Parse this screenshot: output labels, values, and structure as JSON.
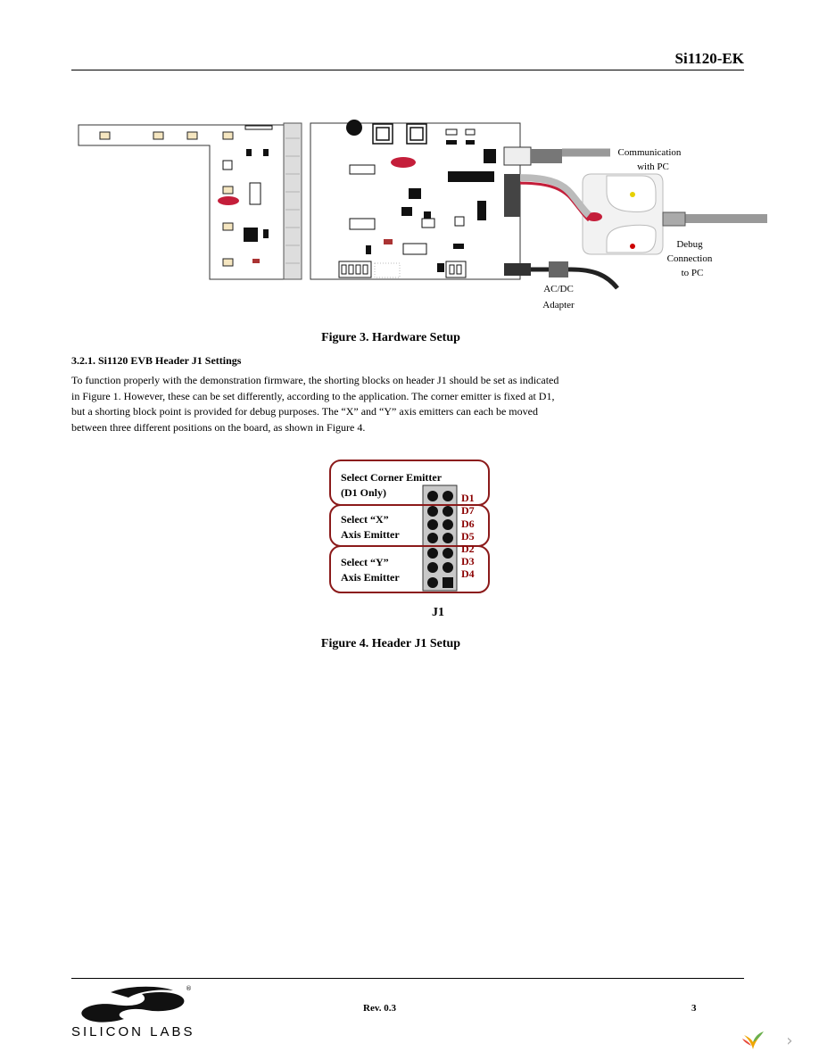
{
  "header": {
    "doc_id": "Si1120-EK"
  },
  "figure3": {
    "labels": {
      "comm_line1": "Communication",
      "comm_line2": "with PC",
      "debug_line1": "Debug",
      "debug_line2": "Connection",
      "debug_line3": "to PC",
      "acdc_line1": "AC/DC",
      "acdc_line2": "Adapter"
    },
    "caption": "Figure 3. Hardware Setup"
  },
  "section": {
    "heading": "3.2.1. Si1120 EVB Header J1 Settings",
    "paragraph_lines": [
      "To function properly with the demonstration firmware, the shorting blocks on header J1 should be set as indicated",
      "in Figure 1. However, these can be set differently, according to the application. The corner emitter is fixed at D1,",
      "but a shorting block point is provided for debug purposes. The “X” and “Y” axis emitters can each be moved",
      "between three different positions on the board, as shown in Figure 4."
    ]
  },
  "figure4": {
    "corner_line1": "Select Corner Emitter",
    "corner_line2": "(D1 Only)",
    "x_line1": "Select “X”",
    "x_line2": "Axis  Emitter",
    "y_line1": "Select “Y”",
    "y_line2": "Axis Emitter",
    "pins": [
      "D1",
      "D7",
      "D6",
      "D5",
      "D2",
      "D3",
      "D4"
    ],
    "header_name": "J1",
    "caption": "Figure 4. Header J1 Setup",
    "outline_color": "#8b1a1a",
    "pin_label_color": "#8b0000"
  },
  "footer": {
    "revision": "Rev. 0.3",
    "page_number": "3",
    "logo_text": "SILICON LABS"
  }
}
